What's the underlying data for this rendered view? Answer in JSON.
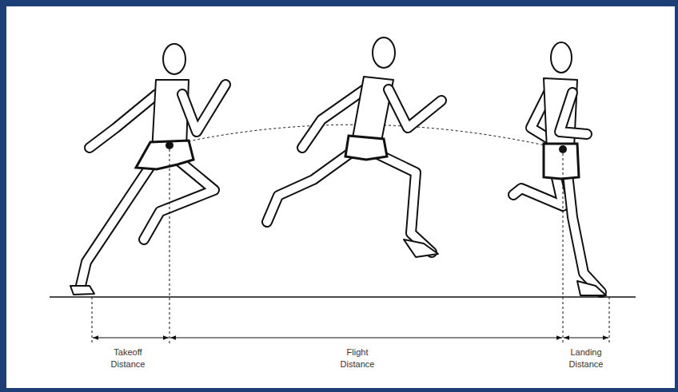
{
  "diagram": {
    "labels": [
      "Takeoff Distance",
      "Flight Distance",
      "Landing Distance"
    ]
  }
}
